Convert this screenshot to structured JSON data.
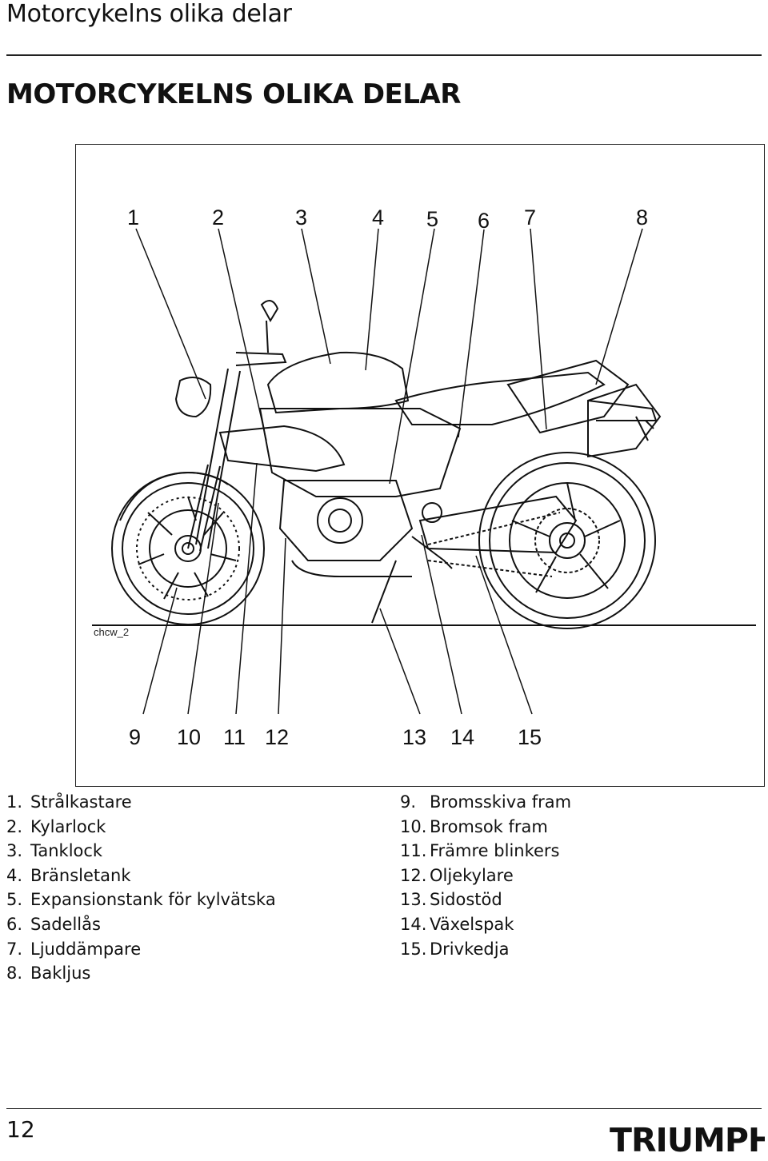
{
  "header": {
    "title": "Motorcykelns olika delar"
  },
  "section": {
    "title": "MOTORCYKELNS OLIKA DELAR"
  },
  "figure": {
    "code": "chcw_2",
    "top_callouts": [
      "1",
      "2",
      "3",
      "4",
      "5",
      "6",
      "7",
      "8"
    ],
    "bottom_callouts": [
      "9",
      "10",
      "11",
      "12",
      "13",
      "14",
      "15"
    ]
  },
  "legend": {
    "left": [
      {
        "n": "1.",
        "label": "Strålkastare"
      },
      {
        "n": "2.",
        "label": "Kylarlock"
      },
      {
        "n": "3.",
        "label": "Tanklock"
      },
      {
        "n": "4.",
        "label": "Bränsletank"
      },
      {
        "n": "5.",
        "label": "Expansionstank för kylvätska"
      },
      {
        "n": "6.",
        "label": "Sadellås"
      },
      {
        "n": "7.",
        "label": "Ljuddämpare"
      },
      {
        "n": "8.",
        "label": "Bakljus"
      }
    ],
    "right": [
      {
        "n": "9.",
        "label": "Bromsskiva fram"
      },
      {
        "n": "10.",
        "label": "Bromsok fram"
      },
      {
        "n": "11.",
        "label": "Främre blinkers"
      },
      {
        "n": "12.",
        "label": "Oljekylare"
      },
      {
        "n": "13.",
        "label": "Sidostöd"
      },
      {
        "n": "14.",
        "label": "Växelspak"
      },
      {
        "n": "15.",
        "label": "Drivkedja"
      }
    ]
  },
  "footer": {
    "page_number": "12",
    "brand": "TRIUMPH"
  }
}
